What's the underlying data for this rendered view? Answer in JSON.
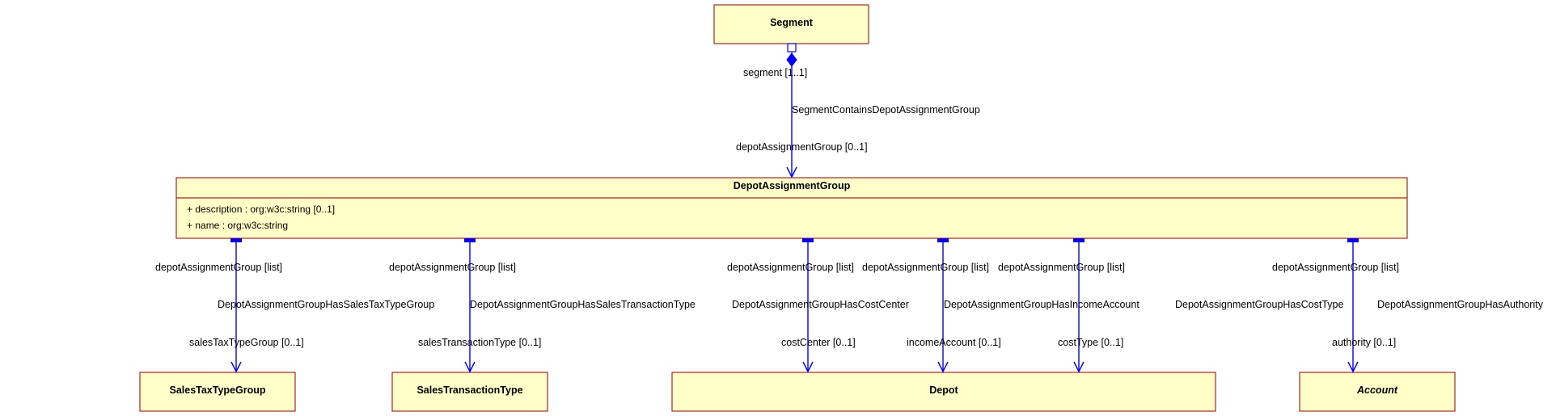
{
  "classes": {
    "segment": {
      "name": "Segment"
    },
    "depot_assignment_group": {
      "name": "DepotAssignmentGroup",
      "attributes": [
        "+ description : org:w3c:string [0..1]",
        "+ name : org:w3c:string"
      ]
    },
    "sales_tax_type_group": {
      "name": "SalesTaxTypeGroup"
    },
    "sales_transaction_type": {
      "name": "SalesTransactionType"
    },
    "depot": {
      "name": "Depot"
    },
    "account": {
      "name": "Account",
      "abstract": true
    }
  },
  "associations": [
    {
      "name": "SegmentContainsDepotAssignmentGroup",
      "source_role": "segment [1..1]",
      "target_role": "depotAssignmentGroup [0..1]"
    },
    {
      "name": "DepotAssignmentGroupHasSalesTaxTypeGroup",
      "source_role": "depotAssignmentGroup [list]",
      "target_role": "salesTaxTypeGroup [0..1]"
    },
    {
      "name": "DepotAssignmentGroupHasSalesTransactionType",
      "source_role": "depotAssignmentGroup [list]",
      "target_role": "salesTransactionType [0..1]"
    },
    {
      "name": "DepotAssignmentGroupHasCostCenter",
      "source_role": "depotAssignmentGroup [list]",
      "target_role": "costCenter [0..1]"
    },
    {
      "name": "DepotAssignmentGroupHasIncomeAccount",
      "source_role": "depotAssignmentGroup [list]",
      "target_role": "incomeAccount [0..1]"
    },
    {
      "name": "DepotAssignmentGroupHasCostType",
      "source_role": "depotAssignmentGroup [list]",
      "target_role": "costType [0..1]"
    },
    {
      "name": "DepotAssignmentGroupHasAuthority",
      "source_role": "depotAssignmentGroup [list]",
      "target_role": "authority [0..1]"
    }
  ],
  "colors": {
    "class_fill": "#ffffc8",
    "class_border": "#b22222",
    "edge": "#0000ff"
  }
}
